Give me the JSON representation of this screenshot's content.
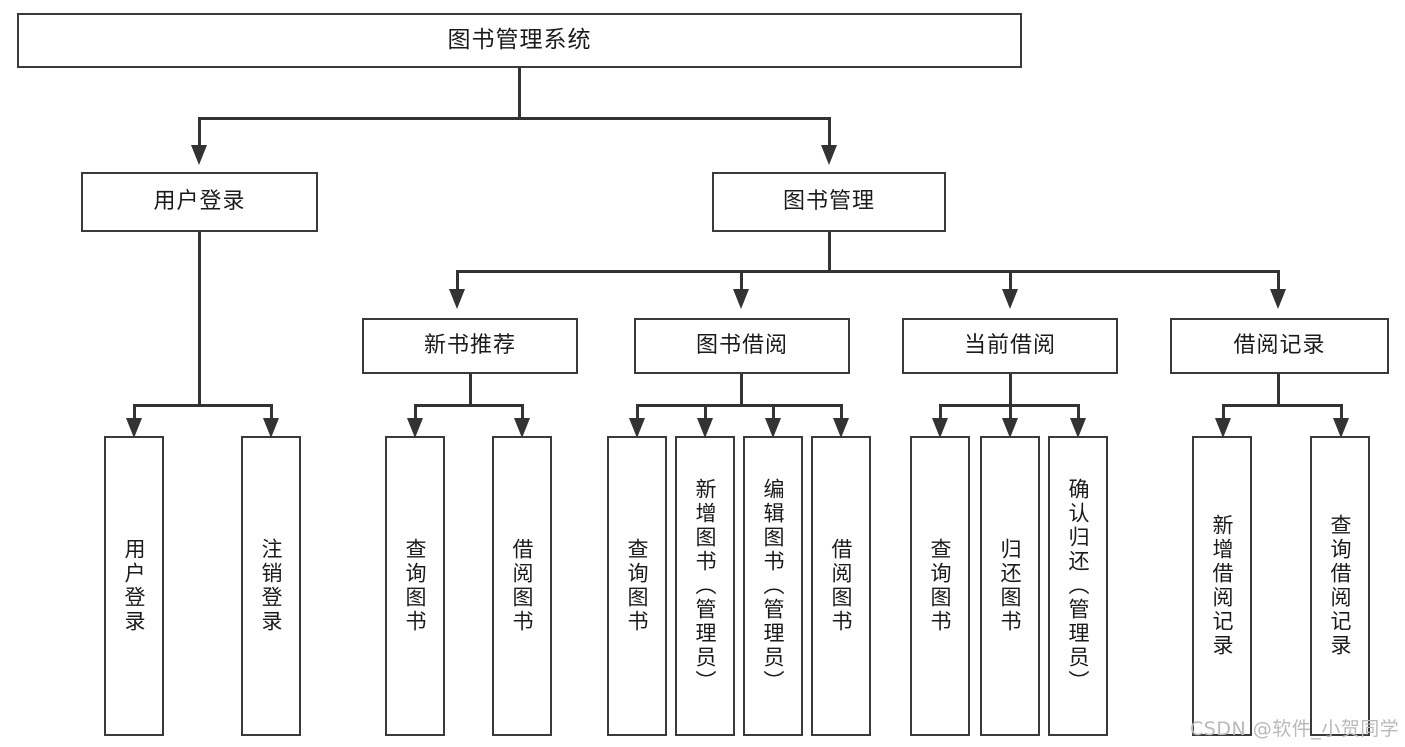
{
  "diagram": {
    "title": "图书管理系统",
    "watermark": "CSDN @软件_小贺同学",
    "type": "tree-hierarchy",
    "orientation": "top-down"
  },
  "nodes": {
    "root": {
      "label": "图书管理系统",
      "level": 1
    },
    "level2": [
      {
        "id": "user-login",
        "label": "用户登录"
      },
      {
        "id": "book-manage",
        "label": "图书管理"
      }
    ],
    "level3": [
      {
        "id": "new-book-recommend",
        "label": "新书推荐",
        "parent": "book-manage"
      },
      {
        "id": "book-borrow",
        "label": "图书借阅",
        "parent": "book-manage"
      },
      {
        "id": "current-borrow",
        "label": "当前借阅",
        "parent": "book-manage"
      },
      {
        "id": "borrow-record",
        "label": "借阅记录",
        "parent": "book-manage"
      }
    ],
    "leaves": {
      "user-login": [
        {
          "id": "leaf-user-login",
          "label": "用户登录"
        },
        {
          "id": "leaf-logout",
          "label": "注销登录"
        }
      ],
      "new-book-recommend": [
        {
          "id": "leaf-query-book-1",
          "label": "查询图书"
        },
        {
          "id": "leaf-borrow-book-1",
          "label": "借阅图书"
        }
      ],
      "book-borrow": [
        {
          "id": "leaf-query-book-2",
          "label": "查询图书"
        },
        {
          "id": "leaf-add-book",
          "label": "新增图书（管理员）"
        },
        {
          "id": "leaf-edit-book",
          "label": "编辑图书（管理员）"
        },
        {
          "id": "leaf-borrow-book-2",
          "label": "借阅图书"
        }
      ],
      "current-borrow": [
        {
          "id": "leaf-query-book-3",
          "label": "查询图书"
        },
        {
          "id": "leaf-return-book",
          "label": "归还图书"
        },
        {
          "id": "leaf-confirm-return",
          "label": "确认归还（管理员）"
        }
      ],
      "borrow-record": [
        {
          "id": "leaf-add-record",
          "label": "新增借阅记录"
        },
        {
          "id": "leaf-query-record",
          "label": "查询借阅记录"
        }
      ]
    }
  },
  "colors": {
    "box_border": "#3a3a3a",
    "connector": "#333333",
    "background": "#ffffff",
    "text": "#1b1b1b",
    "watermark": "#b9b9b9"
  }
}
